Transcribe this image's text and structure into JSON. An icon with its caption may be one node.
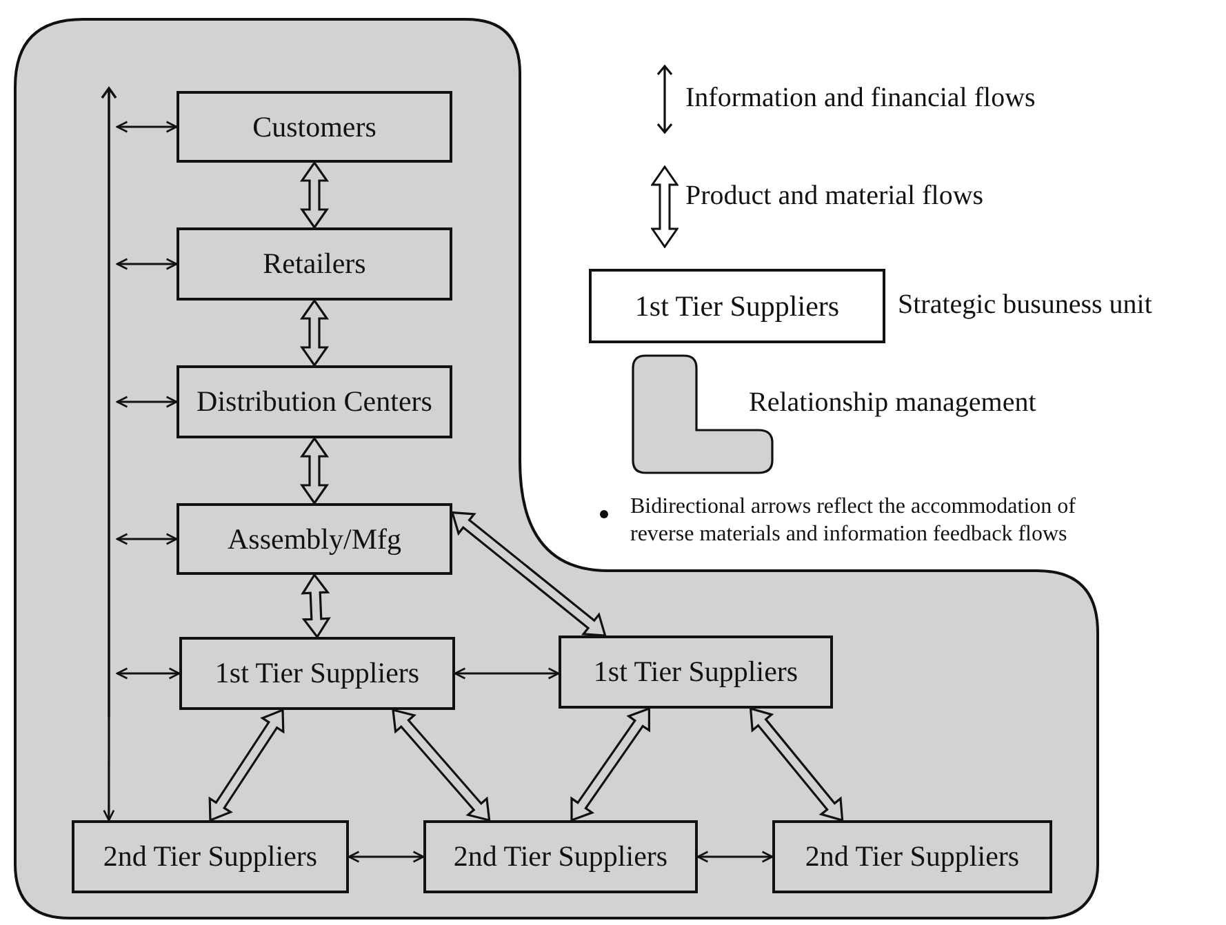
{
  "diagram": {
    "nodes": [
      {
        "text": [],
        "shape": "box"
      },
      {
        "text": [],
        "shape": "bar",
        "in": 0
      },
      {
        "text": [
          "Customers"
        ],
        "in": 0
      },
      {
        "text": [
          "Retailers"
        ],
        "in": 0
      },
      {
        "text": [
          "Distribution Centers"
        ],
        "in": 0
      },
      {
        "text": [
          "Assembly/Mfg"
        ],
        "in": 0
      },
      {
        "text": [
          "1st Tier Suppliers"
        ],
        "in": 0
      },
      {
        "text": [
          "1st Tier Suppliers"
        ],
        "in": 0
      },
      {
        "text": [
          "2nd Tier Suppliers"
        ],
        "in": 0
      },
      {
        "text": [
          "2nd Tier Suppliers"
        ],
        "in": 0
      },
      {
        "text": [
          "2nd Tier Suppliers"
        ],
        "in": 0
      },
      {
        "text": [
          "1st Tier Suppliers"
        ]
      }
    ],
    "edges": [
      {
        "from": 1,
        "to": 2,
        "arrow": "both"
      },
      {
        "from": 1,
        "to": 3,
        "arrow": "both"
      },
      {
        "from": 1,
        "to": 4,
        "arrow": "both"
      },
      {
        "from": 1,
        "to": 5,
        "arrow": "both"
      },
      {
        "from": 1,
        "to": 6,
        "arrow": "both"
      },
      {
        "from": 1,
        "to": 8,
        "arrow": "to"
      },
      {
        "from": 2,
        "to": 3,
        "arrow": "both",
        "style": "thick"
      },
      {
        "from": 3,
        "to": 4,
        "arrow": "both",
        "style": "thick"
      },
      {
        "from": 4,
        "to": 5,
        "arrow": "both",
        "style": "thick"
      },
      {
        "from": 5,
        "to": 6,
        "arrow": "both",
        "style": "thick"
      },
      {
        "from": 5,
        "to": 7,
        "arrow": "both",
        "style": "thick"
      },
      {
        "from": 6,
        "to": 7,
        "arrow": "both"
      },
      {
        "from": 6,
        "to": 8,
        "arrow": "both",
        "style": "thick"
      },
      {
        "from": 6,
        "to": 9,
        "arrow": "both",
        "style": "thick"
      },
      {
        "from": 7,
        "to": 9,
        "arrow": "both",
        "style": "thick"
      },
      {
        "from": 7,
        "to": 10,
        "arrow": "both",
        "style": "thick"
      },
      {
        "from": 8,
        "to": 9,
        "arrow": "both"
      },
      {
        "from": 9,
        "to": 10,
        "arrow": "both"
      }
    ],
    "labels": [
      "Bidirectional arrows reflect the accommodation of reverse materials and information feedback flows"
    ],
    "legend": [
      {
        "text": "Information and financial flows"
      },
      {
        "text": "Product and material flows"
      },
      {
        "text": "Strategic busuness unit"
      },
      {
        "text": "Relationship management"
      }
    ]
  }
}
